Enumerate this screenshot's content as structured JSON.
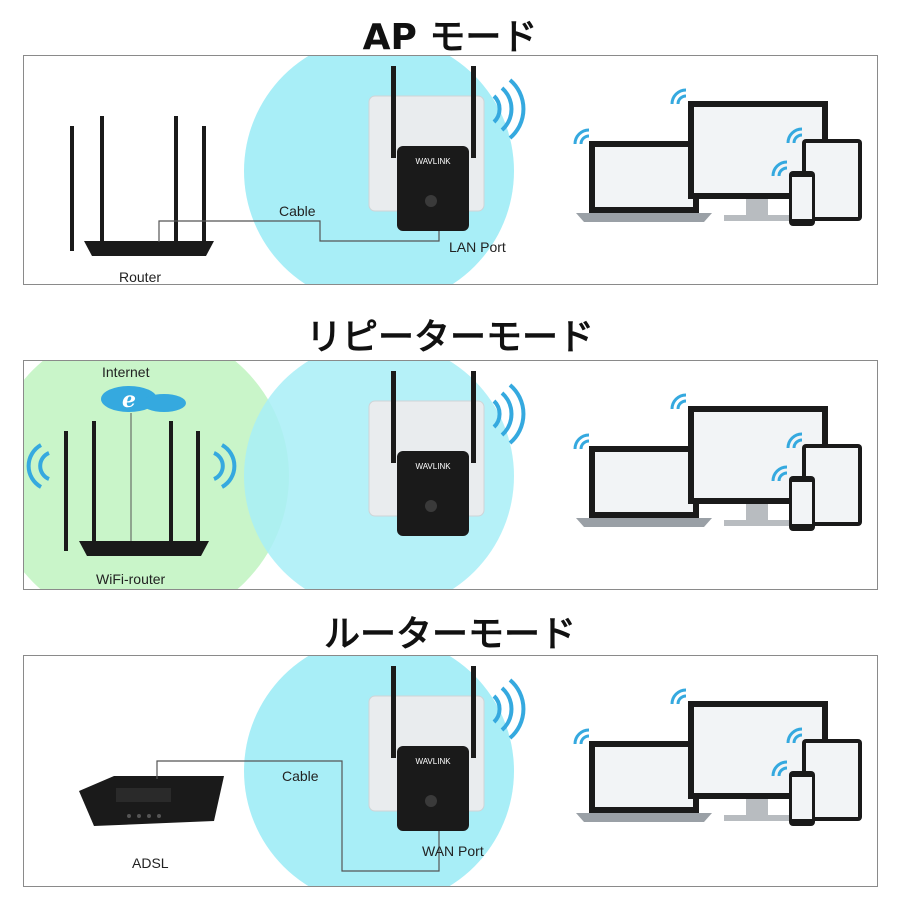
{
  "modes": [
    {
      "title": "AP モード",
      "labels": {
        "left_device": "Router",
        "cable": "Cable",
        "port": "LAN Port"
      }
    },
    {
      "title": "リピーターモード",
      "labels": {
        "internet": "Internet",
        "left_device": "WiFi-router"
      }
    },
    {
      "title": "ルーターモード",
      "labels": {
        "left_device": "ADSL",
        "cable": "Cable",
        "port": "WAN Port"
      }
    }
  ],
  "extender_brand": "WAVLINK",
  "internet_glyph": "e",
  "colors": {
    "coverage_blue": "#a8eef7",
    "coverage_green": "#c9f5c9",
    "signal": "#35a9df",
    "device": "#1a1a1a"
  },
  "icons": [
    "router-icon",
    "extender-icon",
    "wifi-signal-icon",
    "laptop-icon",
    "monitor-icon",
    "tablet-icon",
    "phone-icon",
    "internet-cloud-icon",
    "adsl-modem-icon"
  ]
}
